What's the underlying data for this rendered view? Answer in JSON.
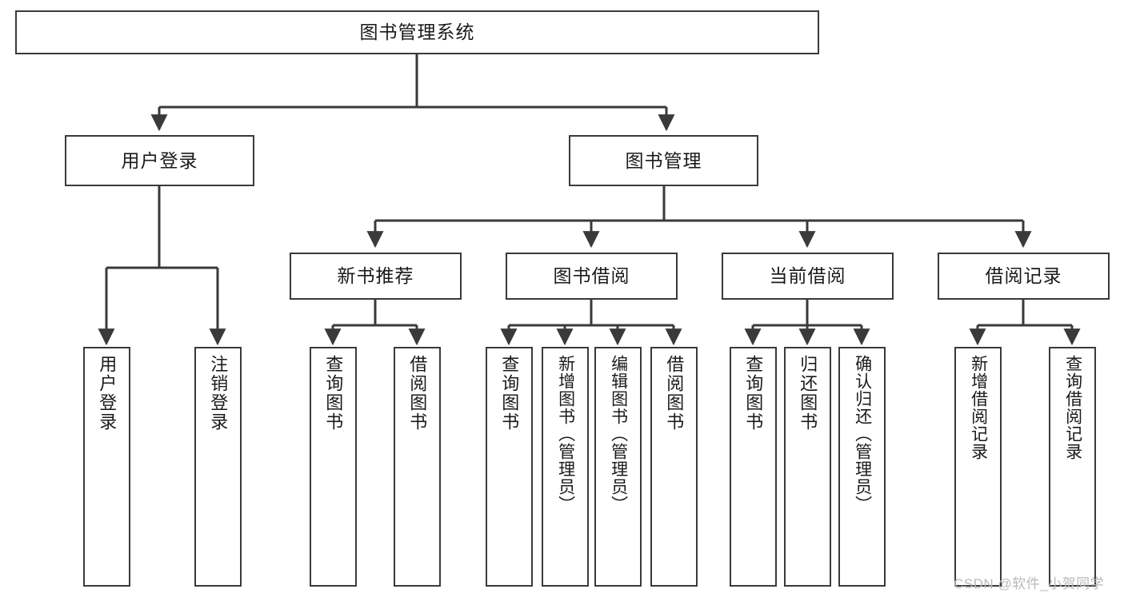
{
  "diagram": {
    "type": "tree-hierarchy-chart",
    "title": "图书管理系统",
    "orientation": "top-down",
    "line_color": "#3a3a3a",
    "box_fill": "#ffffff",
    "text_color": "#1a1a1a",
    "levels": 4
  },
  "root": {
    "label": "图书管理系统"
  },
  "level2": [
    {
      "label": "用户登录"
    },
    {
      "label": "图书管理"
    }
  ],
  "level3": [
    {
      "label": "新书推荐"
    },
    {
      "label": "图书借阅"
    },
    {
      "label": "当前借阅"
    },
    {
      "label": "借阅记录"
    }
  ],
  "leaves": {
    "user_login": [
      {
        "label": "用户登录"
      },
      {
        "label": "注销登录"
      }
    ],
    "new_book_recommend": [
      {
        "label": "查询图书"
      },
      {
        "label": "借阅图书"
      }
    ],
    "book_borrow": [
      {
        "label": "查询图书"
      },
      {
        "label": "新增图书（管理员）"
      },
      {
        "label": "编辑图书（管理员）"
      },
      {
        "label": "借阅图书"
      }
    ],
    "current_borrow": [
      {
        "label": "查询图书"
      },
      {
        "label": "归还图书"
      },
      {
        "label": "确认归还（管理员）"
      }
    ],
    "borrow_record": [
      {
        "label": "新增借阅记录"
      },
      {
        "label": "查询借阅记录"
      }
    ]
  },
  "watermark": {
    "text": "CSDN @软件_小贺同学"
  }
}
